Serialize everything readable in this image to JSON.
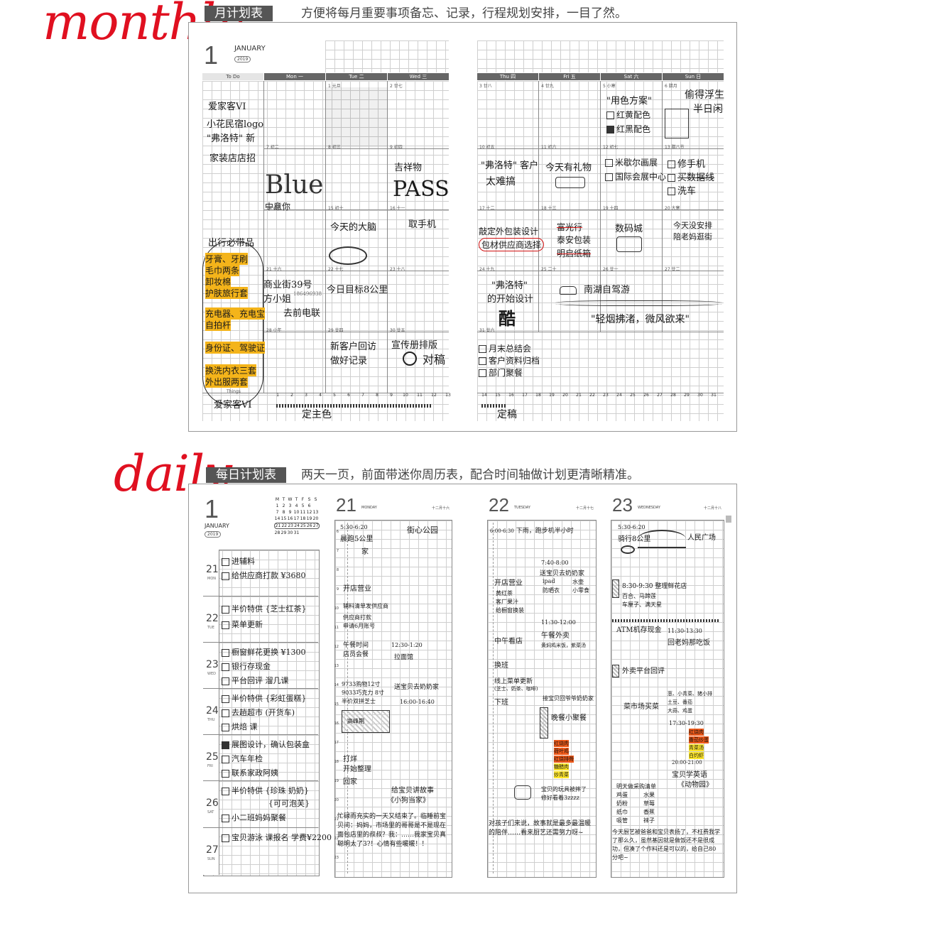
{
  "labels": {
    "monthly": "monthly",
    "daily": "daily"
  },
  "monthly_section": {
    "title": "月计划表",
    "description": "方便将每月重要事项备忘、记录，行程规划安排，一目了然。",
    "big_date": "1",
    "month_name": "JANUARY",
    "year": "2019",
    "left_headers": [
      "To Do",
      "Mon 一",
      "Tue 二",
      "Wed 三"
    ],
    "right_headers": [
      "Thu 四",
      "Fri 五",
      "Sat 六",
      "Sun 日"
    ],
    "day_labels_left": [
      [
        "",
        "1 元旦",
        "2 廿七"
      ],
      [
        "7 初二",
        "8 初三",
        "9 初四"
      ],
      [
        "14 初九",
        "15 初十",
        "16 十一"
      ],
      [
        "21 十六",
        "22 十七",
        "23 十八"
      ],
      [
        "28 小年",
        "29 廿四",
        "30 廿五"
      ]
    ],
    "day_labels_right": [
      [
        "3 廿八",
        "4 廿九",
        "5 小寒",
        "6 腊月"
      ],
      [
        "10 初五",
        "11 初六",
        "12 初七",
        "13 腊八节"
      ],
      [
        "17 十二",
        "18 十三",
        "19 十四",
        "20 大寒"
      ],
      [
        "24 十九",
        "25 二十",
        "26 廿一",
        "27 廿二"
      ],
      [
        "31 廿六",
        "",
        "",
        ""
      ]
    ],
    "todo_items": [
      "爱家客VI",
      "小花民宿logo",
      "\"弗洛特\" 新",
      "家装店店招"
    ],
    "travel_title": "出行必带品",
    "travel_items": [
      "牙膏、牙刷",
      "毛巾两条",
      "卸妆棉",
      "护肤旅行套",
      "充电器、充电宝",
      "自拍杆",
      "身份证、驾驶证",
      "换洗内衣三套",
      "外出服两套"
    ],
    "things_label": "Things",
    "things_note": "爱家客VI",
    "left_ticks": [
      "1",
      "2",
      "3",
      "4",
      "5",
      "6",
      "7",
      "8",
      "9",
      "10",
      "11",
      "12",
      "13"
    ],
    "right_ticks": [
      "14",
      "15",
      "16",
      "17",
      "18",
      "19",
      "20",
      "21",
      "22",
      "23",
      "24",
      "25",
      "26",
      "27",
      "28",
      "29",
      "30",
      "31"
    ],
    "left_timeline_note": "定主色",
    "right_timeline_note": "定稿",
    "notes": {
      "blue": "Blue",
      "zhongyi": "中意你",
      "jixiangwu": "吉祥物",
      "pass": "PASS",
      "datou": "今天的大脑",
      "qushouji": "取手机",
      "shangye": "商业街39号",
      "fangxiaojie": "方小姐",
      "phone": "186496938",
      "qudian": "去前电联",
      "mubiao": "今日目标8公里",
      "xinkehu": "新客户回访",
      "zuohao": "做好记录",
      "xuanchuan": "宣传册排版",
      "duigao": "对稿",
      "fuluote_kehu": "\"弗洛特\" 客户",
      "tainan": "太难搞",
      "liwu": "今天有礼物",
      "yongse": "\"用色方案\"",
      "honglv": "红黄配色",
      "honghei": "红黑配色",
      "toude": "偷得浮生",
      "banri": "半日闲",
      "mijiale": "米歇尔画展",
      "guoji": "国际会展中心",
      "xiushouji": "修手机",
      "maishuju": "买数据线",
      "xiche": "洗车",
      "qiding": "敲定外包装设计",
      "baocai": "包材供应商选择",
      "fuguang": "富光行",
      "taian": "泰安包装",
      "mingqi": "明启纸箱",
      "shuma": "数码城",
      "jintian_mei": "今天没安排",
      "peilao": "陪老妈逛街",
      "fuluote_kaishi": "\"弗洛特\"",
      "kaishi": "的开始设计",
      "ku": "酷",
      "nanhu": "南湖自驾游",
      "qingyan": "\"轻烟拂渚，微风欲来\"",
      "yuemo": "月末总结会",
      "kehuziliao": "客户资料归档",
      "bumen": "部门聚餐"
    }
  },
  "daily_section": {
    "title": "每日计划表",
    "description": "两天一页，前面带迷你周历表，配合时间轴做计划更清晰精准。",
    "big_date": "1",
    "month_name": "JANUARY",
    "year": "2019",
    "mini_cal_header": [
      "M",
      "T",
      "W",
      "T",
      "F",
      "S",
      "S"
    ],
    "mini_cal_rows": [
      [
        "1",
        "2",
        "3",
        "4",
        "5",
        "6",
        ""
      ],
      [
        "7",
        "8",
        "9",
        "10",
        "11",
        "12",
        "13"
      ],
      [
        "14",
        "15",
        "16",
        "17",
        "18",
        "19",
        "20"
      ],
      [
        "21",
        "22",
        "23",
        "24",
        "25",
        "26",
        "27"
      ],
      [
        "28",
        "29",
        "30",
        "31",
        "",
        "",
        ""
      ]
    ],
    "week": [
      {
        "num": "21",
        "dow": "MON",
        "items": [
          "进辅料",
          "给供应商打款 ¥3680"
        ]
      },
      {
        "num": "22",
        "dow": "TUE",
        "items": [
          "半价特供 {芝士红茶}",
          "菜单更新"
        ]
      },
      {
        "num": "23",
        "dow": "WED",
        "items": [
          "橱窗鲜花更换 ¥1300",
          "银行存现金",
          "平台回评 溜几课"
        ]
      },
      {
        "num": "24",
        "dow": "THU",
        "items": [
          "半价特供 {彩虹蛋糕}",
          "去趟超市 (开货车)",
          "烘焙 课"
        ]
      },
      {
        "num": "25",
        "dow": "FRI",
        "items": [
          "展图设计，确认包装盒",
          "汽车年检",
          "联系家政阿姨"
        ]
      },
      {
        "num": "26",
        "dow": "SAT",
        "items": [
          "半价特供 {珍珠 奶奶}",
          "{可可泡芙}",
          "小二班妈妈聚餐"
        ]
      },
      {
        "num": "27",
        "dow": "SUN",
        "items": [
          "宝贝游泳 课报名 学费¥2200"
        ]
      }
    ],
    "days": [
      {
        "num": "21",
        "dow": "MONDAY",
        "lunar": "十二月十六"
      },
      {
        "num": "22",
        "dow": "TUESDAY",
        "lunar": "十二月十七"
      },
      {
        "num": "23",
        "dow": "WEDNESDAY",
        "lunar": "十二月十八"
      }
    ],
    "hours": [
      "6",
      "7",
      "8",
      "9",
      "10",
      "11",
      "12",
      "13",
      "14",
      "15",
      "16",
      "17",
      "18",
      "19",
      "20",
      "21",
      "22",
      "23"
    ],
    "day21": {
      "run_time": "5:30-6:20",
      "run": "晨跑5公里",
      "jia": "家",
      "park": "街心公园",
      "open": "开店营业",
      "check": "辅料清单发供应商",
      "supplier1": "供应商打款",
      "supplier2": "申请6月账号",
      "lunch": "午餐时间",
      "meeting": "店员会餐",
      "lunch_time": "12:30-1:20",
      "nap": "拉面馆",
      "t1": "9733购物12寸",
      "t2": "9033巧克力 8寸",
      "t3": "半价双拼芝士",
      "pick": "送宝贝去奶奶家",
      "pick_time": "16:00-16:40",
      "busy": "高峰期",
      "clean": "打烊",
      "sort": "开始整理",
      "home": "回家",
      "story": "给宝贝讲故事",
      "book": "《小狗当家》",
      "diary": "忙碌而充实的一天又结束了。临睡前宝贝问：妈妈，市场里的哥哥是不是现在面包店里的叔叔？我：……我家宝贝真聪明太了3?！心情有些暖暖！！"
    },
    "day22": {
      "rain_time": "6:00-6:30",
      "rain": "下雨，跑步机半小时",
      "open": "开店营业",
      "baby": "送宝贝去奶奶家",
      "baby_time": "7:40-8:00",
      "ipad": "ipad",
      "shui": "水壶",
      "fuzhuang": "防晒衣",
      "xiaolingshi": "小零食",
      "i1": "黄红茶",
      "i2": "客厂果汁",
      "i3": "给橱窗换装",
      "lunch_time": "11:30-12:00",
      "lunch": "午餐外卖",
      "lunch2": "黄焖鸡米饭，紫菜汤",
      "noon": "中午看店",
      "change": "换班",
      "menu": "线上菜单更新",
      "menu2": "(芝士、奶茶、咖啡)",
      "off": "下班",
      "pick": "接宝贝回爷爷奶奶家",
      "dinner": "晚餐小聚餐",
      "d1": "红烧肉",
      "d2": "荷叶鸡",
      "d3": "红烧排骨",
      "d4": "糖醋肉",
      "d5": "炒青菜",
      "repair": "宝贝的玩具被摔了",
      "repair2": "修好看着3zzzz",
      "diary": "对孩子们来说，故事就是最多最温暖的陪伴……看来厨艺还需努力呀~"
    },
    "day23": {
      "ride_time": "5:30-6:20",
      "ride": "骑行8公里",
      "square": "人民广场",
      "flower": "8:30-9:30 整理鲜花店",
      "f1": "百合、马蹄莲",
      "f2": "车厘子、满天星",
      "atm": "ATM机存现金",
      "home_time": "11:30-13:30",
      "home": "回老妈那吃饭",
      "review": "外卖平台回评",
      "market": "菜市场买菜",
      "m1": "葱、小青菜、猪小排",
      "m2": "土豆、番茄",
      "m3": "大蒜、鸡蛋",
      "class_time": "17:30-19:30",
      "c1": "红烧肉",
      "c2": "番茄炒蛋",
      "c3": "青菜汤",
      "c4": "白灼虾",
      "eng_time": "20:00-21:00",
      "eng": "宝贝学英语",
      "eng2": "《动物园》",
      "shop": "明天做采购清单",
      "s1": "鸡蛋",
      "s2": "水果",
      "s3": "奶粉",
      "s4": "草莓",
      "s5": "纸巾",
      "s6": "香蕉",
      "s7": "吸管",
      "s8": "袜子",
      "diary": "今天厨艺被爸爸和宝贝表扬了，不枉费我学了那么久，虽然基因就是做饭还不是很成功，但凑了个作料还是可以的，给自己80分吧~"
    }
  }
}
